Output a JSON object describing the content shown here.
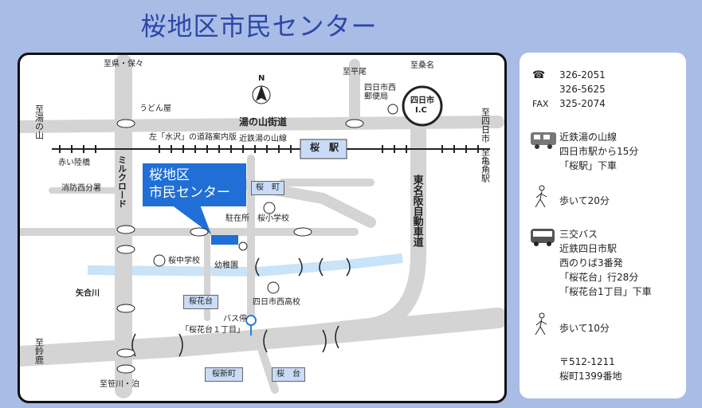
{
  "title": "桜地区市民センター",
  "map": {
    "top_dest_1": "至県・保々",
    "top_dest_2": "至平尾",
    "top_dest_3": "至桑名",
    "left_dest_1": "至湯の山",
    "left_dest_2": "至鈴鹿",
    "right_dest_1": "至四日市",
    "right_dest_2": "至亀角駅",
    "bottom_dest": "至笹川・泊",
    "north": "N",
    "udon": "うどん屋",
    "sign": "左「水沢」の道路案内版",
    "post_office": "四日市西郵便局",
    "ic_line1": "四日市",
    "ic_line2": "I.C",
    "road_yunoyama": "湯の山街道",
    "railway": "近鉄湯の山線",
    "station": "桜　駅",
    "akai_rikkyo": "赤い陸橋",
    "milk_road": "ミルクロード",
    "fire_station": "消防西分署",
    "expressway": "東名阪自動車道",
    "callout_line1": "桜地区",
    "callout_line2": "市民センター",
    "sakura_machi": "桜　町",
    "police": "駐在所",
    "elementary": "桜小学校",
    "junior_high": "桜中学校",
    "kindergarten": "幼稚園",
    "river": "矢合川",
    "sakuradai": "桜花台",
    "high_school": "四日市西高校",
    "bus_stop": "バス停",
    "bus_stop_name": "「桜花台１丁目」",
    "sakura_shinmachi": "桜新町",
    "sakuradai_2": "桜　台"
  },
  "info": {
    "tel_1": "326-2051",
    "tel_2": "326-5625",
    "fax_label": "FAX",
    "fax": "325-2074",
    "train_line": "近鉄湯の山線",
    "train_time": "四日市駅から15分",
    "train_getoff": "「桜駅」下車",
    "walk_1": "歩いて20分",
    "bus_company": "三交バス",
    "bus_station": "近鉄四日市駅",
    "bus_platform": "西のりば3番発",
    "bus_route": "「桜花台」行28分",
    "bus_getoff": "「桜花台1丁目」下車",
    "walk_2": "歩いて10分",
    "postal": "〒512-1211",
    "address": "桜町1399番地"
  },
  "colors": {
    "background": "#a9bce6",
    "title": "#2d47a8",
    "road": "#d4d4d4",
    "river": "#c9e3f8",
    "callout": "#1f6fd6"
  }
}
